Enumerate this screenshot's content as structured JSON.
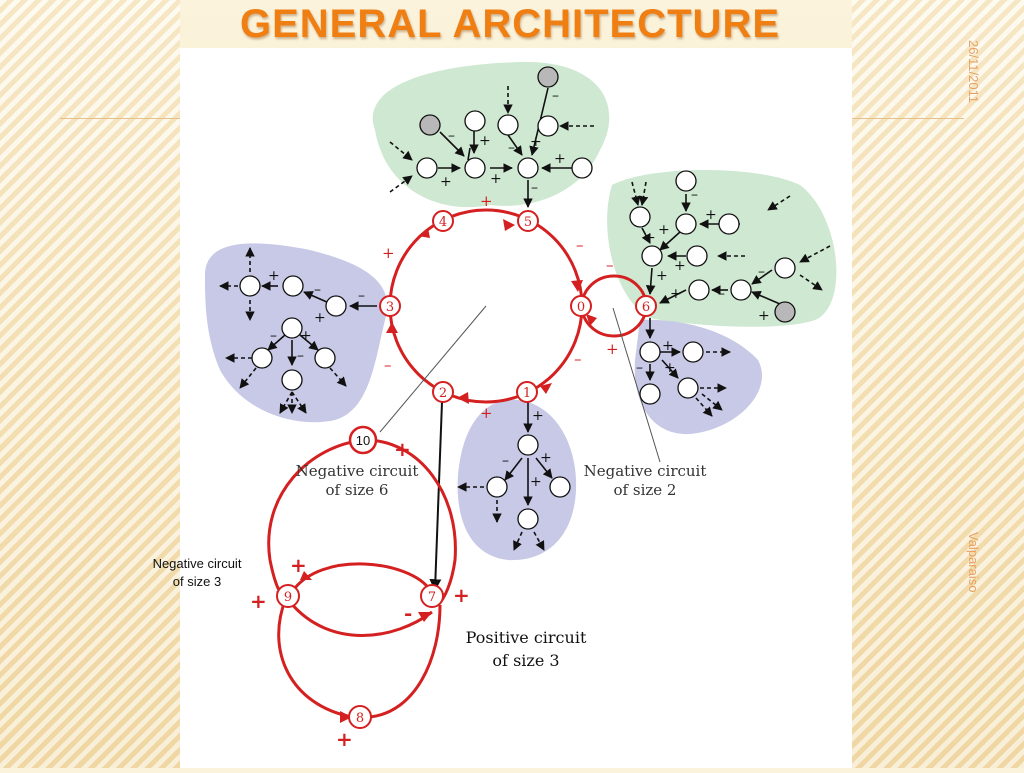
{
  "slide": {
    "title": "GENERAL ARCHITECTURE",
    "date": "26/11/2011",
    "location": "Valparaiso"
  },
  "colors": {
    "title": "#f07f13",
    "circuit_red": "#d42020",
    "green_region": "#cfe8d2",
    "blue_region": "#c7c9e6",
    "gray_node": "#b8b8b8"
  },
  "diagram": {
    "central_nodes": [
      "0",
      "1",
      "2",
      "3",
      "4",
      "5",
      "6"
    ],
    "lower_nodes": [
      "7",
      "8",
      "9",
      "10"
    ],
    "labels": {
      "neg6_line1": "Negative circuit",
      "neg6_line2": "of size 6",
      "neg2_line1": "Negative circuit",
      "neg2_line2": "of size 2",
      "neg3_line1": "Negative circuit",
      "neg3_line2": "of size 3",
      "pos3_line1": "Positive circuit",
      "pos3_line2": "of size 3"
    },
    "signs": {
      "plus": "+",
      "minus": "–",
      "dash": "-"
    }
  }
}
